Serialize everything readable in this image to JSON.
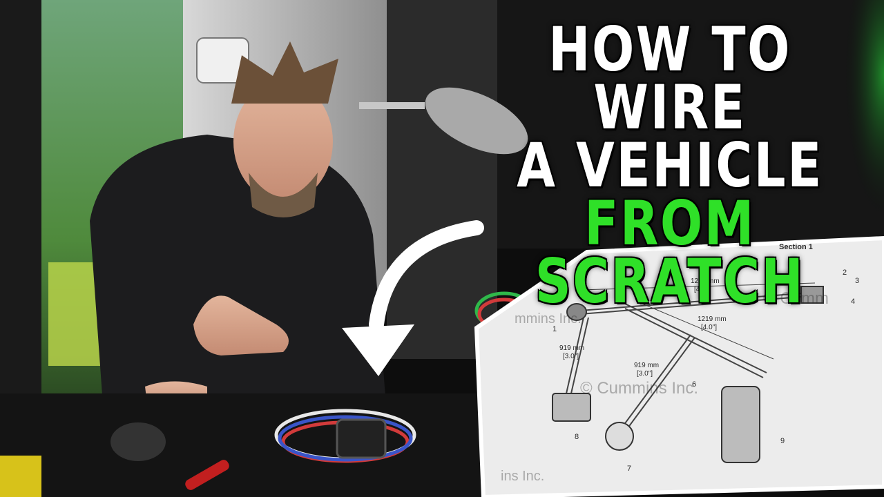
{
  "headline": {
    "line1": "HOW TO WIRE",
    "line2": "A VEHICLE",
    "line3": "FROM SCRATCH"
  },
  "diagram": {
    "section_header": "Section 1",
    "watermarks": [
      "mmins Inc.",
      "© Cummins Inc.",
      "© Cumm",
      "ins Inc."
    ],
    "dimensions": [
      {
        "mm": "1219 mm",
        "in": "[4.0\"]"
      },
      {
        "mm": "1219 mm",
        "in": "[4.0\"]"
      },
      {
        "mm": "919 mm",
        "in": "[3.0\"]"
      },
      {
        "mm": "919 mm",
        "in": "[3.0\"]"
      }
    ],
    "callouts": [
      "1",
      "2",
      "3",
      "4",
      "6",
      "7",
      "8",
      "9"
    ]
  },
  "colors": {
    "headline_white": "#ffffff",
    "headline_green": "#2fe028",
    "backdrop": "#0d0d0d",
    "green_glow": "#1f8a2a",
    "paper": "#ececec"
  }
}
